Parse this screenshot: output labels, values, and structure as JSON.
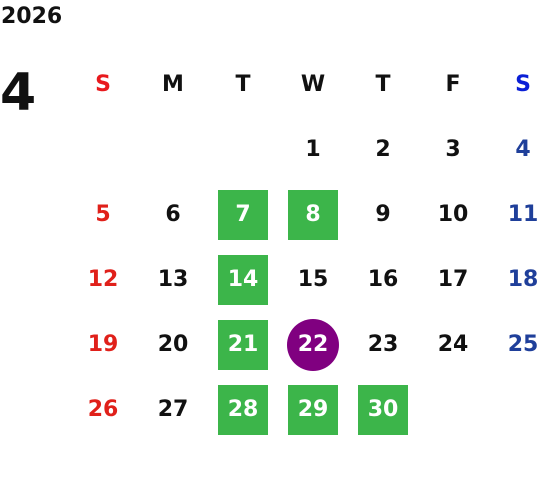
{
  "calendar": {
    "year": "2026",
    "month": "4",
    "weekdays": [
      "S",
      "M",
      "T",
      "W",
      "T",
      "F",
      "S"
    ],
    "colors": {
      "sunday": "#e0201a",
      "saturday": "#1f3f9a",
      "marked_bg": "#3cb54a",
      "today_bg": "#800080",
      "text": "#111111"
    },
    "weeks": [
      [
        {
          "day": ""
        },
        {
          "day": ""
        },
        {
          "day": ""
        },
        {
          "day": "1"
        },
        {
          "day": "2"
        },
        {
          "day": "3"
        },
        {
          "day": "4"
        }
      ],
      [
        {
          "day": "5"
        },
        {
          "day": "6"
        },
        {
          "day": "7",
          "marked": true
        },
        {
          "day": "8",
          "marked": true
        },
        {
          "day": "9"
        },
        {
          "day": "10"
        },
        {
          "day": "11"
        }
      ],
      [
        {
          "day": "12"
        },
        {
          "day": "13"
        },
        {
          "day": "14",
          "marked": true
        },
        {
          "day": "15"
        },
        {
          "day": "16"
        },
        {
          "day": "17"
        },
        {
          "day": "18"
        }
      ],
      [
        {
          "day": "19"
        },
        {
          "day": "20"
        },
        {
          "day": "21",
          "marked": true
        },
        {
          "day": "22",
          "today": true
        },
        {
          "day": "23"
        },
        {
          "day": "24"
        },
        {
          "day": "25"
        }
      ],
      [
        {
          "day": "26"
        },
        {
          "day": "27"
        },
        {
          "day": "28",
          "marked": true
        },
        {
          "day": "29",
          "marked": true
        },
        {
          "day": "30",
          "marked": true
        },
        {
          "day": ""
        },
        {
          "day": ""
        }
      ]
    ]
  }
}
